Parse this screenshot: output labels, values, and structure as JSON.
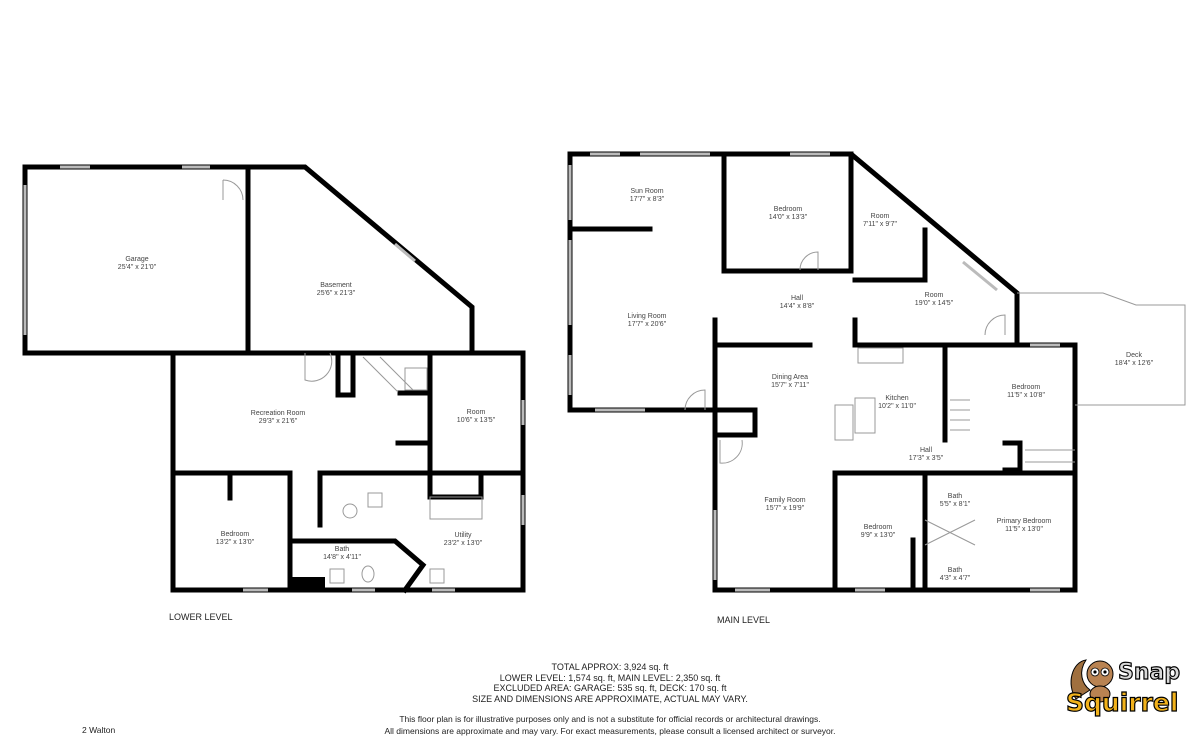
{
  "lower_level": {
    "label": "LOWER LEVEL",
    "rooms": [
      {
        "name": "Garage",
        "dims": "25'4\" x 21'0\""
      },
      {
        "name": "Basement",
        "dims": "25'6\" x 21'3\""
      },
      {
        "name": "Recreation Room",
        "dims": "29'3\" x 21'6\""
      },
      {
        "name": "Room",
        "dims": "10'6\" x 13'5\""
      },
      {
        "name": "Bedroom",
        "dims": "13'2\" x 13'0\""
      },
      {
        "name": "Bath",
        "dims": "14'8\" x 4'11\""
      },
      {
        "name": "Utility",
        "dims": "23'2\" x 13'0\""
      }
    ]
  },
  "main_level": {
    "label": "MAIN LEVEL",
    "rooms": [
      {
        "name": "Sun Room",
        "dims": "17'7\" x 8'3\""
      },
      {
        "name": "Bedroom",
        "dims": "14'0\" x 13'3\""
      },
      {
        "name": "Room",
        "dims": "7'11\" x 9'7\""
      },
      {
        "name": "Living Room",
        "dims": "17'7\" x 20'6\""
      },
      {
        "name": "Hall",
        "dims": "14'4\" x 8'8\""
      },
      {
        "name": "Room",
        "dims": "19'0\" x 14'5\""
      },
      {
        "name": "Deck",
        "dims": "18'4\" x 12'6\""
      },
      {
        "name": "Dining Area",
        "dims": "15'7\" x 7'11\""
      },
      {
        "name": "Kitchen",
        "dims": "10'2\" x 11'0\""
      },
      {
        "name": "Bedroom",
        "dims": "11'5\" x 10'8\""
      },
      {
        "name": "Hall",
        "dims": "17'3\" x 3'5\""
      },
      {
        "name": "Family Room",
        "dims": "15'7\" x 19'9\""
      },
      {
        "name": "Bath",
        "dims": "5'5\" x 8'1\""
      },
      {
        "name": "Bedroom",
        "dims": "9'9\" x 13'0\""
      },
      {
        "name": "Primary Bedroom",
        "dims": "11'5\" x 13'0\""
      },
      {
        "name": "Bath",
        "dims": "4'3\" x 4'7\""
      }
    ]
  },
  "summary": [
    "TOTAL APPROX: 3,924 sq. ft",
    "LOWER LEVEL: 1,574 sq. ft, MAIN LEVEL: 2,350 sq. ft",
    "EXCLUDED AREA: GARAGE: 535 sq. ft, DECK: 170 sq. ft",
    "SIZE AND DIMENSIONS ARE APPROXIMATE, ACTUAL MAY VARY."
  ],
  "disclaimer": [
    "This floor plan is for illustrative purposes only and is not a substitute for official records or architectural drawings.",
    "All dimensions are approximate and may vary. For exact measurements, please consult a licensed architect or surveyor."
  ],
  "address": "2 Walton",
  "logo": {
    "line1": "Snap",
    "line2": "Squirrel",
    "icon": "squirrel-mascot-icon"
  },
  "colors": {
    "wall": "#000000",
    "window": "#bbbbbb",
    "logo_accent": "#f2b21b"
  }
}
